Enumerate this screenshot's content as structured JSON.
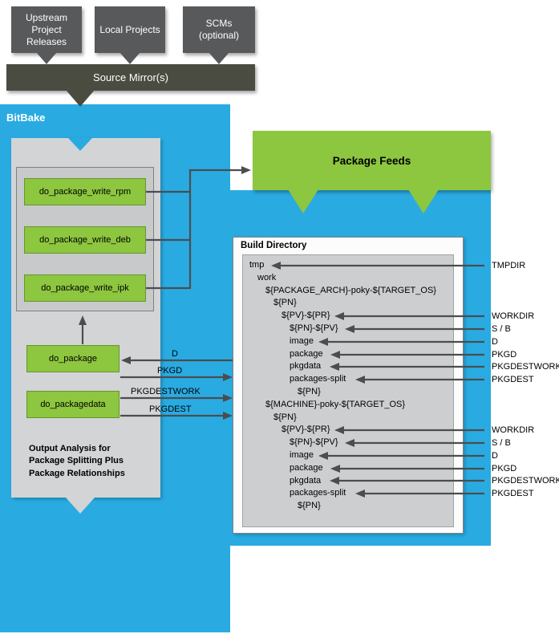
{
  "colors": {
    "bitbake_blue": "#29abe2",
    "task_green": "#8dc63f",
    "source_box_gray": "#58595b",
    "mirror_olive": "#4b4c41",
    "panel_gray": "#d2d4d5",
    "arrow_gray": "#4b4d4f"
  },
  "sources": {
    "items": [
      {
        "label": "Upstream Project Releases"
      },
      {
        "label": "Local Projects"
      },
      {
        "label": "SCMs (optional)"
      }
    ]
  },
  "mirror": {
    "label": "Source Mirror(s)"
  },
  "bitbake": {
    "title": "BitBake",
    "write_tasks": [
      "do_package_write_rpm",
      "do_package_write_deb",
      "do_package_write_ipk"
    ],
    "package_task": "do_package",
    "packagedata_task": "do_packagedata",
    "note_lines": [
      "Output Analysis for",
      "Package Splitting Plus",
      "Package Relationships"
    ]
  },
  "feeds": {
    "title": "Package Feeds"
  },
  "flows": {
    "d": "D",
    "pkgd": "PKGD",
    "pkgdestwork": "PKGDESTWORK",
    "pkgdest": "PKGDEST"
  },
  "build": {
    "title": "Build Directory",
    "tree": [
      {
        "text": "tmp",
        "indent": 0
      },
      {
        "text": "work",
        "indent": 1
      },
      {
        "text": "${PACKAGE_ARCH}-poky-${TARGET_OS}",
        "indent": 2
      },
      {
        "text": "${PN}",
        "indent": 3
      },
      {
        "text": "${PV}-${PR}",
        "indent": 4
      },
      {
        "text": "${PN}-${PV}",
        "indent": 5
      },
      {
        "text": "image",
        "indent": 5
      },
      {
        "text": "package",
        "indent": 5
      },
      {
        "text": "pkgdata",
        "indent": 5
      },
      {
        "text": "packages-split",
        "indent": 5
      },
      {
        "text": "${PN}",
        "indent": 6
      },
      {
        "text": "${MACHINE}-poky-${TARGET_OS}",
        "indent": 2
      },
      {
        "text": "${PN}",
        "indent": 3
      },
      {
        "text": "${PV}-${PR}",
        "indent": 4
      },
      {
        "text": "${PN}-${PV}",
        "indent": 5
      },
      {
        "text": "image",
        "indent": 5
      },
      {
        "text": "package",
        "indent": 5
      },
      {
        "text": "pkgdata",
        "indent": 5
      },
      {
        "text": "packages-split",
        "indent": 5
      },
      {
        "text": "${PN}",
        "indent": 6
      }
    ]
  },
  "pointers": {
    "group1": [
      {
        "label": "TMPDIR"
      },
      {
        "label": "WORKDIR"
      },
      {
        "label": "S / B"
      },
      {
        "label": "D"
      },
      {
        "label": "PKGD"
      },
      {
        "label": "PKGDESTWORK"
      },
      {
        "label": "PKGDEST"
      }
    ],
    "group2": [
      {
        "label": "WORKDIR"
      },
      {
        "label": "S / B"
      },
      {
        "label": "D"
      },
      {
        "label": "PKGD"
      },
      {
        "label": "PKGDESTWORK"
      },
      {
        "label": "PKGDEST"
      }
    ]
  }
}
